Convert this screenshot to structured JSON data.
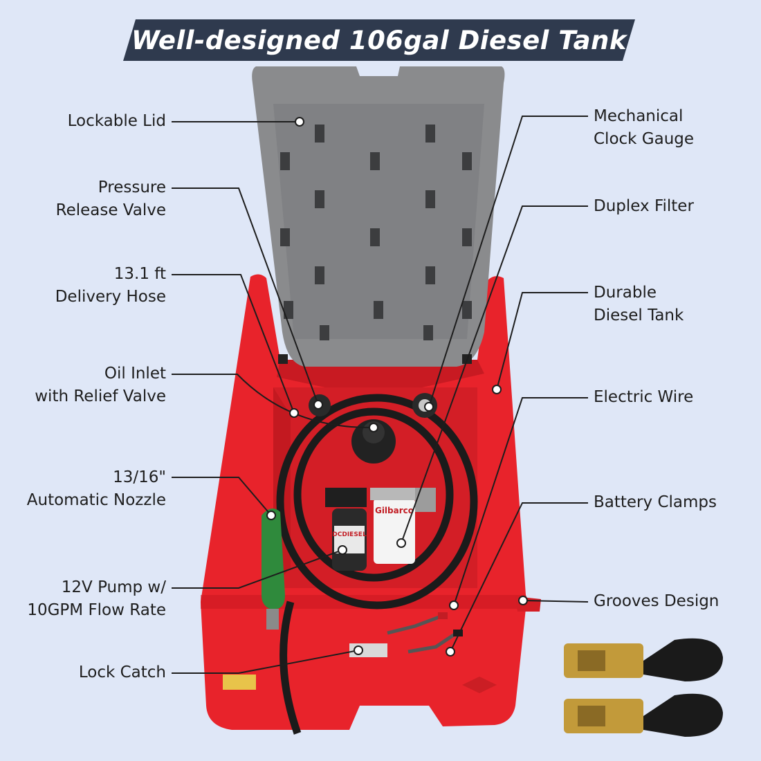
{
  "title": "Well-designed 106gal Diesel Tank",
  "colors": {
    "background": "#dfe7f7",
    "banner": "#2f3a4e",
    "tank_red": "#e8232b",
    "lid_gray": "#8a8b8d",
    "hose_black": "#1b1b1b",
    "nozzle_green": "#2f8a3c",
    "callout_line": "#1d1d1d"
  },
  "callouts_left": [
    {
      "id": "lockable-lid",
      "lines": [
        "Lockable Lid"
      ]
    },
    {
      "id": "pressure-release-valve",
      "lines": [
        "Pressure",
        "Release Valve"
      ]
    },
    {
      "id": "delivery-hose",
      "lines": [
        "13.1 ft",
        "Delivery Hose"
      ]
    },
    {
      "id": "oil-inlet",
      "lines": [
        "Oil Inlet",
        "with Relief Valve"
      ]
    },
    {
      "id": "automatic-nozzle",
      "lines": [
        "13/16\"",
        "Automatic Nozzle"
      ]
    },
    {
      "id": "pump",
      "lines": [
        "12V Pump w/",
        "10GPM Flow Rate"
      ]
    },
    {
      "id": "lock-catch",
      "lines": [
        "Lock Catch"
      ]
    }
  ],
  "callouts_right": [
    {
      "id": "clock-gauge",
      "lines": [
        "Mechanical",
        "Clock Gauge"
      ]
    },
    {
      "id": "duplex-filter",
      "lines": [
        "Duplex Filter"
      ]
    },
    {
      "id": "diesel-tank",
      "lines": [
        "Durable",
        "Diesel Tank"
      ]
    },
    {
      "id": "electric-wire",
      "lines": [
        "Electric Wire"
      ]
    },
    {
      "id": "battery-clamps",
      "lines": [
        "Battery Clamps"
      ]
    },
    {
      "id": "grooves-design",
      "lines": [
        "Grooves Design"
      ]
    }
  ],
  "product_markings": {
    "pump_brand": "DCDIESEL",
    "filter_brand": "Gilbarco"
  }
}
